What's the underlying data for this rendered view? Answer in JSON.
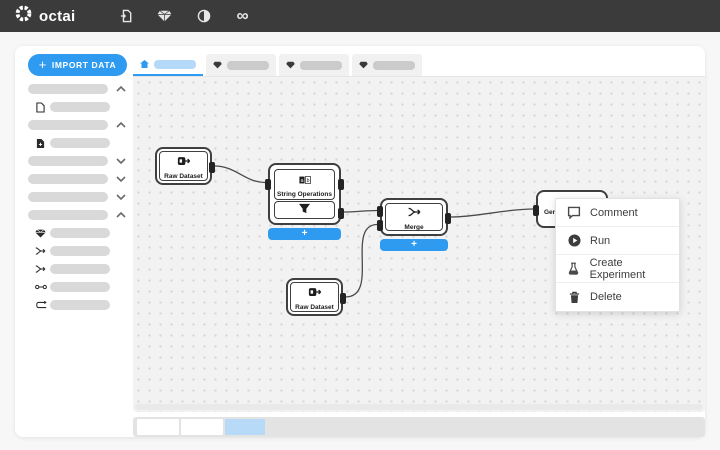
{
  "topbar": {
    "logo_text": "octai",
    "infinity_glyph": "∞",
    "icons": [
      "file-transfer-icon",
      "gem-icon",
      "globe-icon",
      "infinity-icon"
    ]
  },
  "sidebar": {
    "import_button": {
      "label": "IMPORT DATA",
      "plus": "+",
      "icon": "plus-icon"
    },
    "rows": [
      {
        "kind": "group",
        "icon": "chevron-up-icon"
      },
      {
        "kind": "item",
        "icon": "file-icon"
      },
      {
        "kind": "group",
        "icon": "chevron-up-icon"
      },
      {
        "kind": "item",
        "icon": "file-plus-icon"
      },
      {
        "kind": "group",
        "icon": "chevron-down-icon"
      },
      {
        "kind": "group",
        "icon": "chevron-down-icon"
      },
      {
        "kind": "group",
        "icon": "chevron-down-icon"
      },
      {
        "kind": "group",
        "icon": "chevron-up-icon"
      },
      {
        "kind": "item",
        "icon": "gem-icon"
      },
      {
        "kind": "item",
        "icon": "merge-icon"
      },
      {
        "kind": "item",
        "icon": "merge-icon"
      },
      {
        "kind": "item",
        "icon": "link-icon"
      },
      {
        "kind": "item",
        "icon": "loop-icon"
      }
    ]
  },
  "tabs": [
    {
      "icon": "home-icon",
      "active": true
    },
    {
      "icon": "gem-icon",
      "active": false
    },
    {
      "icon": "gem-icon",
      "active": false
    },
    {
      "icon": "gem-icon",
      "active": false
    }
  ],
  "canvas": {
    "plus_label": "+",
    "nodes": {
      "raw_dataset_1": {
        "label": "Raw Dataset",
        "icon": "dataset-icon"
      },
      "string_operations": {
        "label": "String Operations",
        "icon": "ab-icon",
        "sub_icon": "filter-icon"
      },
      "merge": {
        "label": "Merge",
        "icon": "merge-icon"
      },
      "raw_dataset_2": {
        "label": "Raw Dataset",
        "icon": "dataset-icon"
      },
      "generate": {
        "label": "Gen",
        "icon": "chart-icon"
      }
    }
  },
  "context_menu": {
    "items": [
      {
        "label": "Comment",
        "icon": "comment-icon"
      },
      {
        "label": "Run",
        "icon": "run-icon"
      },
      {
        "label": "Create Experiment",
        "icon": "experiment-icon"
      },
      {
        "label": "Delete",
        "icon": "trash-icon"
      }
    ]
  },
  "bottom_bar": {
    "chips": [
      "white",
      "white",
      "blue"
    ]
  },
  "colors": {
    "accent_blue": "#2f9bf0",
    "light_blue_skeleton": "#b5d9f8",
    "topbar_bg": "#3b3b3b",
    "canvas_bg": "#f2f2f2",
    "node_border": "#3f3f3f",
    "skeleton_gray": "#d9d9d9"
  }
}
